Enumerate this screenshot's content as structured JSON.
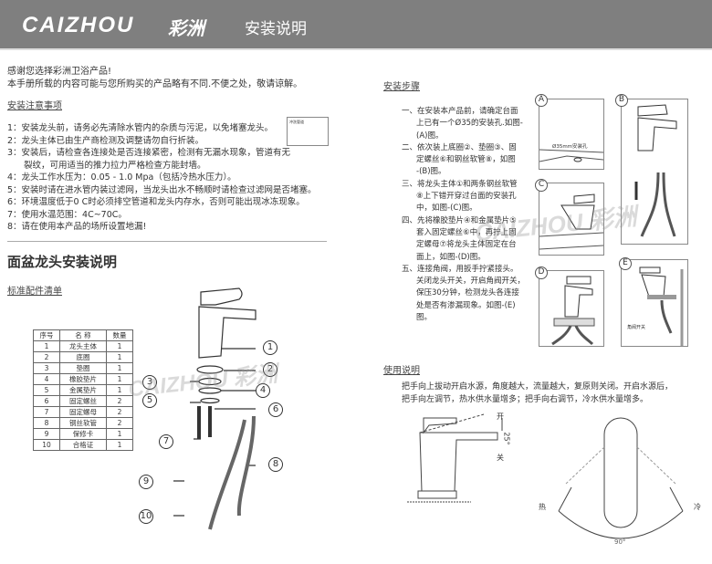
{
  "header": {
    "logo": "CAIZHOU",
    "logo_cn": "彩洲",
    "title": "安装说明"
  },
  "intro": [
    "感谢您选择彩洲卫浴产品!",
    "本手册所载的内容可能与您所购买的产品略有不同.不便之处，敬请谅解。"
  ],
  "notes": {
    "heading": "安装注意事项",
    "items": [
      "1：安装龙头前，请务必先清除水管内的杂质与污泥，以免堵塞龙头。",
      "2：龙头主体已由生产商检测及调整请勿自行折装。",
      "3：安装后，请检查各连接处是否连接紧密，检测有无漏水现象，管道有无",
      "裂纹，可用适当的推力拉力严格检查方能封墙。",
      "4：龙头工作水压为：0.05 - 1.0 Mpa（包括冷热水压力）。",
      "5：安装时请在进水管内装过滤网，当龙头出水不畅顺时请检查过滤网是否堵塞。",
      "6：环境温度低于0 C时必须排空管道和龙头内存水，否则可能出现冰冻现象。",
      "7：使用水温范围：4C~70C。",
      "8：请在使用本产品的场所设置地漏!"
    ],
    "figure_label": "冲洗管道"
  },
  "main_title": "面盆龙头安装说明",
  "parts": {
    "heading": "标准配件清单",
    "columns": [
      "序号",
      "名 称",
      "数量"
    ],
    "rows": [
      [
        "1",
        "龙头主体",
        "1"
      ],
      [
        "2",
        "底圈",
        "1"
      ],
      [
        "3",
        "垫圈",
        "1"
      ],
      [
        "4",
        "橡胶垫片",
        "1"
      ],
      [
        "5",
        "金属垫片",
        "1"
      ],
      [
        "6",
        "固定螺丝",
        "2"
      ],
      [
        "7",
        "固定螺母",
        "2"
      ],
      [
        "8",
        "钢丝软管",
        "2"
      ],
      [
        "9",
        "保修卡",
        "1"
      ],
      [
        "10",
        "合格证",
        "1"
      ]
    ],
    "callouts": [
      "1",
      "2",
      "3",
      "4",
      "5",
      "6",
      "7",
      "8",
      "9",
      "10"
    ]
  },
  "steps": {
    "heading": "安装步骤",
    "lines": [
      [
        "一、在安装本产品前，请确定台面",
        "上已有一个Ø35的安装孔.如图-",
        "(A)图。"
      ],
      [
        "二、依次装上底圈②、垫圈③、固",
        "定螺丝⑥和钢丝软管⑧，如图",
        "-(B)图。"
      ],
      [
        "三、将龙头主体①和两条钢丝软管",
        "⑧上下错开穿过台面的安装孔",
        "中，如图-(C)图。"
      ],
      [
        "四、先将橡胶垫片④和金属垫片⑤",
        "套入固定螺丝⑥中，再拧上固",
        "定螺母⑦将龙头主体固定在台",
        "面上，如图-(D)图。"
      ],
      [
        "五、连接角阀，用扳手拧紧接头。",
        "关闭龙头开关，开启角阀开关，",
        "保压30分钟，检测龙头各连接",
        "处是否有渗漏现象。如图-(E)",
        "图。"
      ]
    ],
    "figures": [
      "A",
      "B",
      "C",
      "D",
      "E"
    ],
    "hole_label": "Ø35mm安装孔",
    "valve_label": "角阀开关"
  },
  "usage": {
    "heading": "使用说明",
    "lines": [
      "把手向上拔动开启水源，角度越大，流量越大，复原则关闭。开启水源后，",
      "把手向左调节，热水供水量增多；把手向右调节，冷水供水量增多。"
    ],
    "open": "开",
    "close": "关",
    "angle_lift": "25°",
    "hot": "热",
    "cold": "冷",
    "angle_rotate": "90°"
  },
  "watermark": "CAIZHOU 彩洲"
}
